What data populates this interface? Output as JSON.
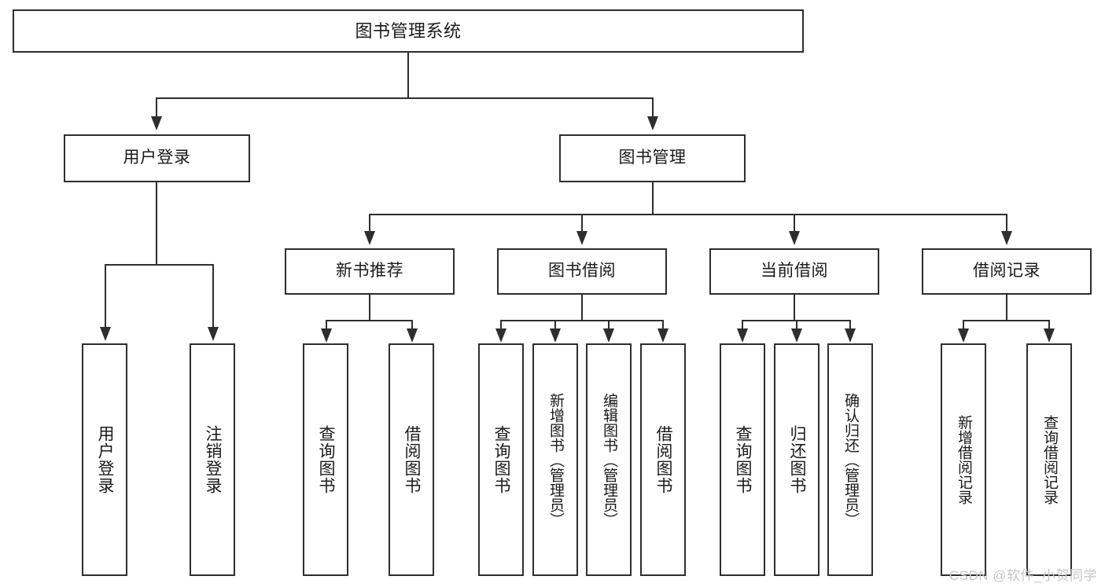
{
  "diagram": {
    "title": "图书管理系统",
    "watermark": "CSDN @软件_小贺同学",
    "type": "hierarchy-tree",
    "levels": 4,
    "colors": {
      "background": "#ffffff",
      "box_border": "#2e2e2e",
      "box_fill": "#ffffff",
      "text": "#1a1a1a",
      "connector": "#2e2e2e",
      "watermark": "#c6c6c6"
    },
    "root": {
      "label": "图书管理系统",
      "children": [
        {
          "label": "用户登录",
          "children": [
            {
              "label": "用户登录"
            },
            {
              "label": "注销登录"
            }
          ]
        },
        {
          "label": "图书管理",
          "children": [
            {
              "label": "新书推荐",
              "children": [
                {
                  "label": "查询图书"
                },
                {
                  "label": "借阅图书"
                }
              ]
            },
            {
              "label": "图书借阅",
              "children": [
                {
                  "label": "查询图书"
                },
                {
                  "label": "新增图书（管理员）"
                },
                {
                  "label": "编辑图书（管理员）"
                },
                {
                  "label": "借阅图书"
                }
              ]
            },
            {
              "label": "当前借阅",
              "children": [
                {
                  "label": "查询图书"
                },
                {
                  "label": "归还图书"
                },
                {
                  "label": "确认归还（管理员）"
                }
              ]
            },
            {
              "label": "借阅记录",
              "children": [
                {
                  "label": "新增借阅记录"
                },
                {
                  "label": "查询借阅记录"
                }
              ]
            }
          ]
        }
      ]
    },
    "nodes": {
      "root": "图书管理系统",
      "user_login": "用户登录",
      "book_manage": "图书管理",
      "new_book_rec": "新书推荐",
      "book_borrow": "图书借阅",
      "current_borrow": "当前借阅",
      "borrow_record": "借阅记录",
      "leaf_user_login": "用户登录",
      "leaf_logout": "注销登录",
      "leaf_rec_query": "查询图书",
      "leaf_rec_borrow": "借阅图书",
      "leaf_borrow_query": "查询图书",
      "leaf_borrow_add": "新增图书（管理员）",
      "leaf_borrow_edit": "编辑图书（管理员）",
      "leaf_borrow_borrow": "借阅图书",
      "leaf_cur_query": "查询图书",
      "leaf_cur_return": "归还图书",
      "leaf_cur_confirm": "确认归还（管理员）",
      "leaf_rec_add": "新增借阅记录",
      "leaf_rec_search": "查询借阅记录"
    }
  }
}
